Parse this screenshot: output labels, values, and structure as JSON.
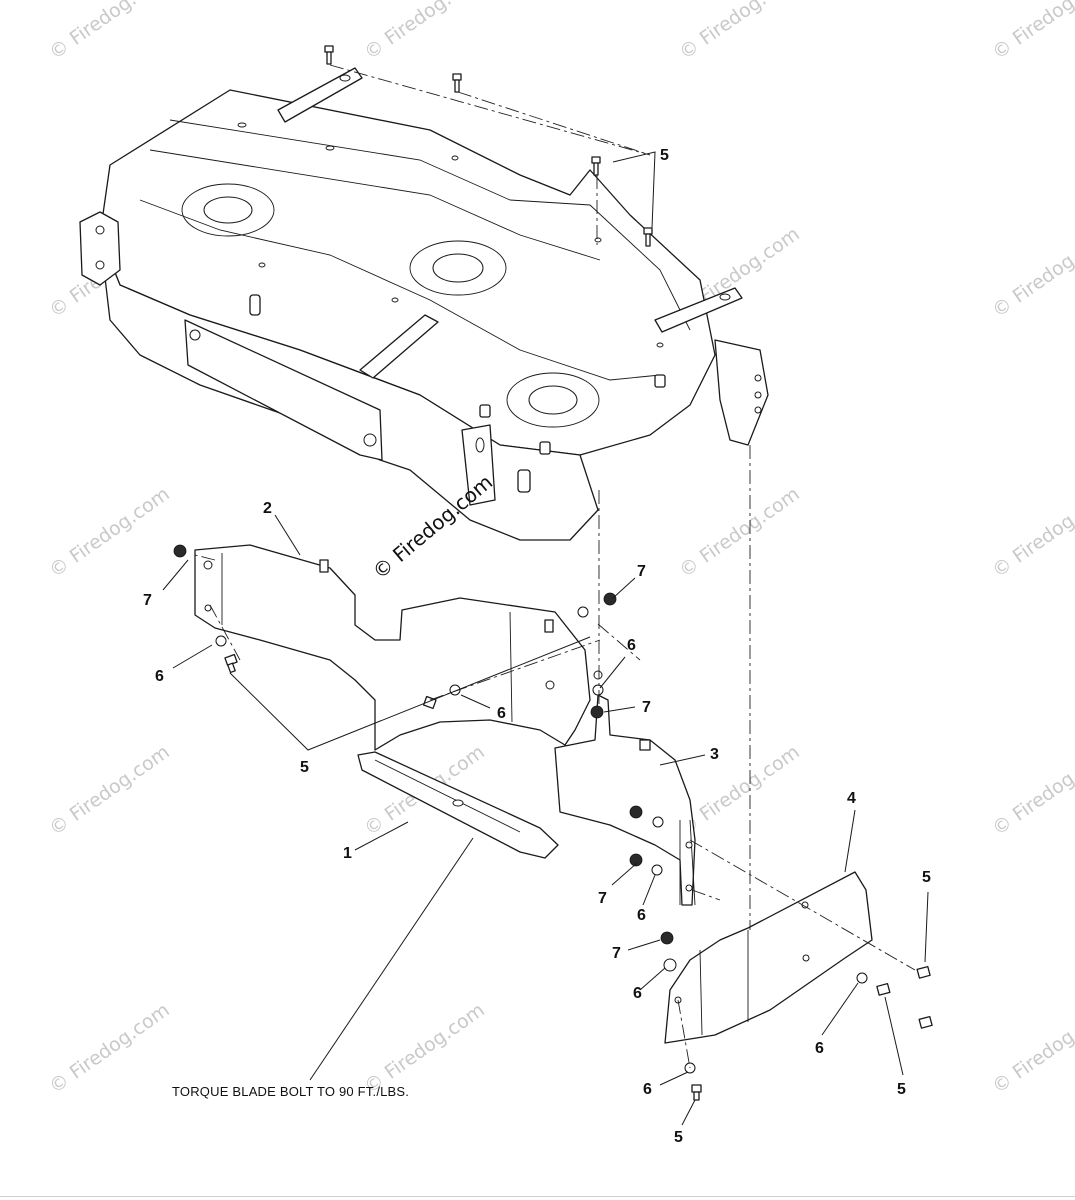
{
  "watermark": {
    "text": "© Firedog.com",
    "center_text": "© Firedog.com"
  },
  "callouts": {
    "c1": "1",
    "c2": "2",
    "c3": "3",
    "c4": "4",
    "c5_top": "5",
    "c5_mid": "5",
    "c5_right_top": "5",
    "c5_right_bottom": "5",
    "c5_bottom": "5",
    "c6_left": "6",
    "c6_mid": "6",
    "c6_shield": "6",
    "c6_bracket": "6",
    "c6_lower": "6",
    "c6_right": "6",
    "c6_bottom": "6",
    "c7_left": "7",
    "c7_top": "7",
    "c7_mid": "7",
    "c7_bracket": "7",
    "c7_lower": "7"
  },
  "note": "TORQUE BLADE BOLT TO 90 FT./LBS."
}
